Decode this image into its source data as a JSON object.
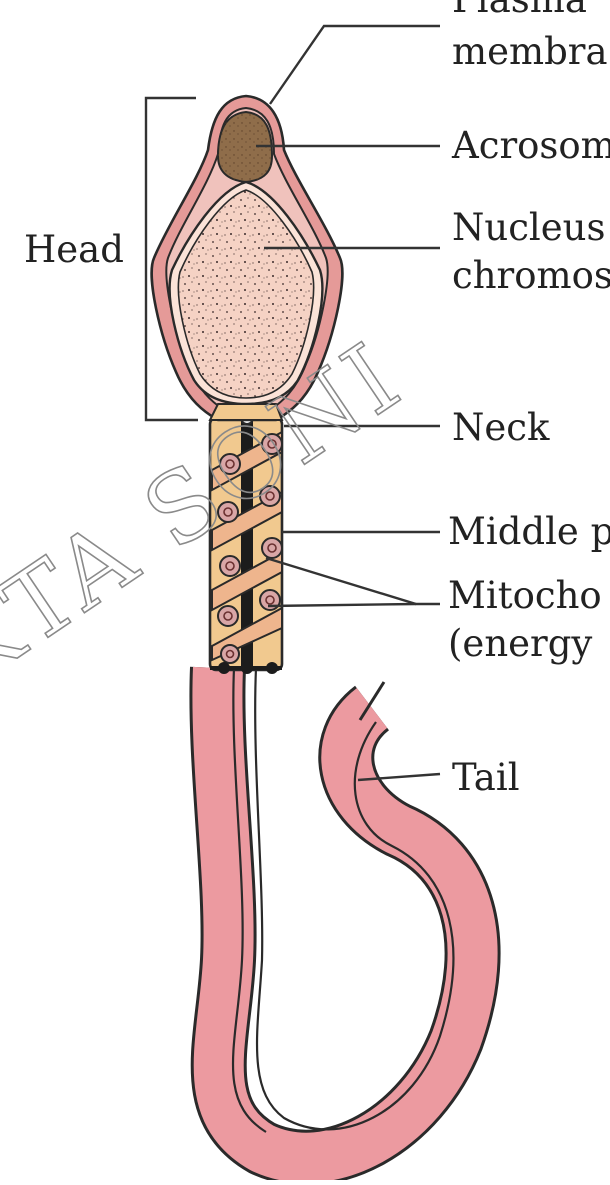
{
  "labels": {
    "plasma_membrane_line1": "Plasma",
    "plasma_membrane_line2": "membra",
    "acrosome": "Acrosom",
    "nucleus_line1": "Nucleus",
    "nucleus_line2": "chromos",
    "head": "Head",
    "neck": "Neck",
    "middle_piece": "Middle p",
    "mitochondria_line1": "Mitocho",
    "mitochondria_line2": "(energy",
    "tail": "Tail"
  },
  "watermark": "KTA SONI",
  "colors": {
    "membrane": "#e59a98",
    "acrosome": "#8f6d4a",
    "nucleus": "#f5d2c4",
    "middle_piece": "#f1c98f",
    "tail": "#ec9aa0",
    "mitochondria": "#d9a6a6",
    "outline": "#2a2a2a"
  }
}
